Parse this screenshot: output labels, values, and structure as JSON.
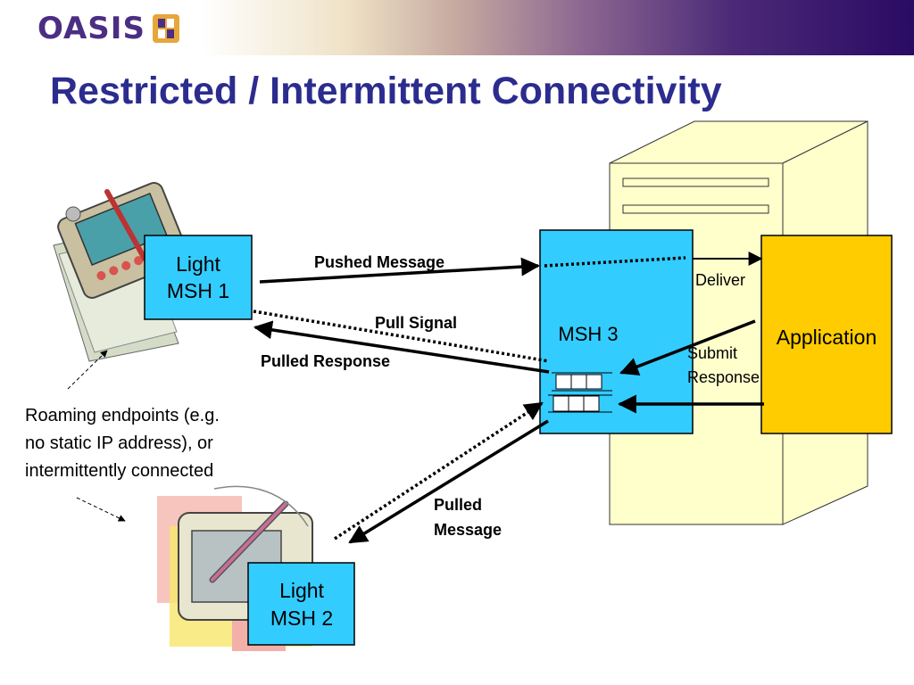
{
  "logo": {
    "text": "OASIS"
  },
  "title": "Restricted / Intermittent Connectivity",
  "nodes": {
    "light_msh_1": [
      "Light",
      "MSH 1"
    ],
    "light_msh_2": [
      "Light",
      "MSH 2"
    ],
    "msh_3": "MSH 3",
    "application": "Application"
  },
  "labels": {
    "pushed_message": "Pushed Message",
    "pull_signal": "Pull Signal",
    "pulled_response": "Pulled Response",
    "pulled_message": [
      "Pulled",
      "Message"
    ],
    "deliver": "Deliver",
    "submit_response": [
      "Submit",
      "Response"
    ]
  },
  "note": [
    "Roaming endpoints (e.g.",
    "no static IP address), or",
    "intermittently connected"
  ],
  "colors": {
    "title": "#2b2c8e",
    "msh_fill": "#33ccff",
    "application_fill": "#ffcc00",
    "server_fill": "#ffffcc",
    "logo": "#4b2e83"
  },
  "icons": [
    "oasis-logo-icon",
    "pda-device-icon",
    "tablet-device-icon",
    "server-tower-icon"
  ]
}
